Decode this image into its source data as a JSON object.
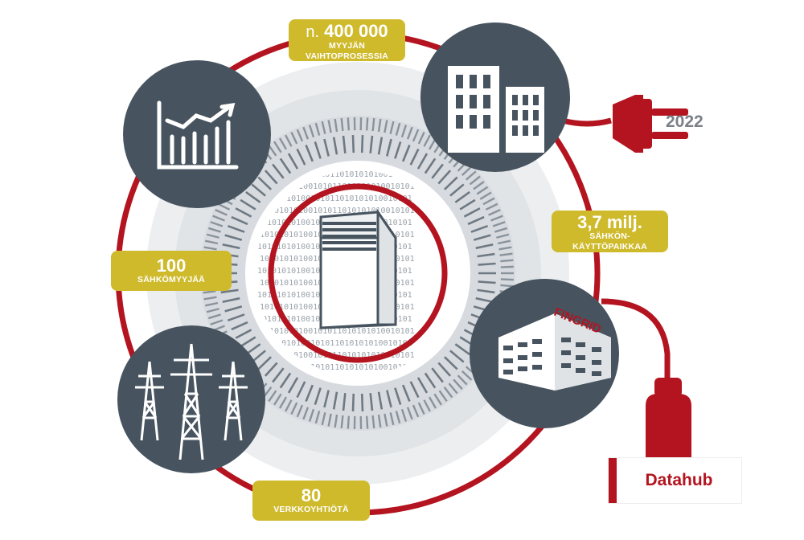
{
  "labels": {
    "sellers_process": {
      "prefix": "n.",
      "value": "400 000",
      "line1": "MYYJÄN",
      "line2": "VAIHTOPROSESSIA"
    },
    "metering_points": {
      "value": "3,7 milj.",
      "line1": "SÄHKÖN-",
      "line2": "KÄYTTÖPAIKKAA"
    },
    "electricity_sellers": {
      "value": "100",
      "line1": "SÄHKÖMYYJÄÄ"
    },
    "network_companies": {
      "value": "80",
      "line1": "VERKKOYHTIÖTÄ"
    }
  },
  "year_label": "2022",
  "datahub_label": "Datahub",
  "fingrid_sign": "FINGRID",
  "binary_text": "1010101010010101",
  "colors": {
    "red": "#b3141f",
    "dark_circle": "#475460",
    "yellow": "#cfba2c",
    "light_grey": "#e6e8ea",
    "mid_grey": "#d2d5d9",
    "tick_grey": "#8a939c",
    "year_grey": "#7a8087"
  },
  "icons": [
    "chart-icon",
    "buildings-icon",
    "power-towers-icon",
    "fingrid-building-icon",
    "server-icon",
    "plug-icon",
    "connector-icon"
  ]
}
